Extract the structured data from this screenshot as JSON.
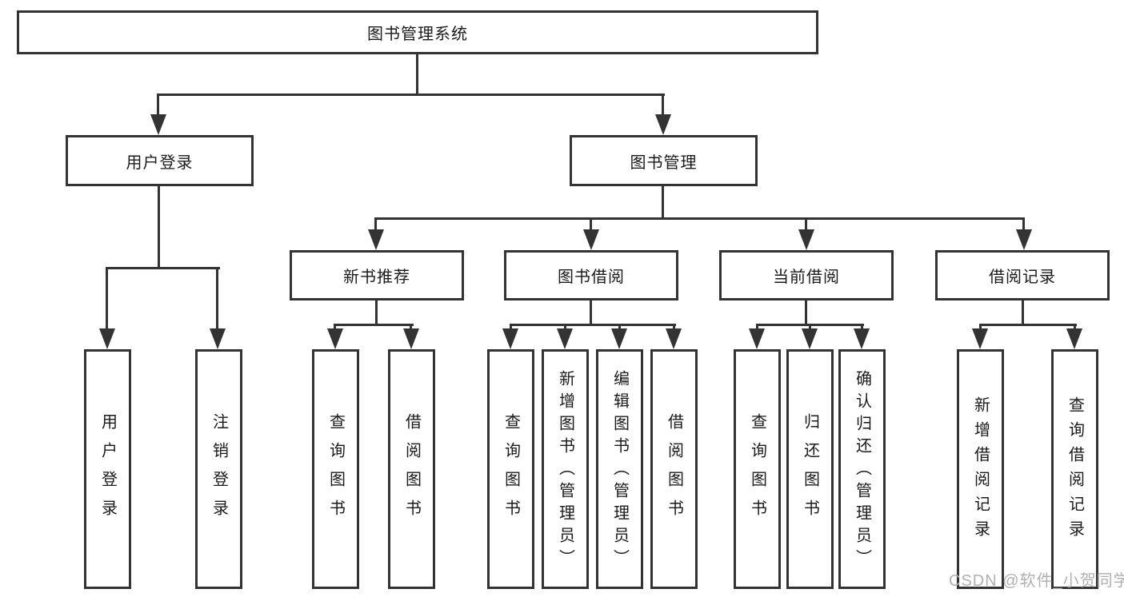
{
  "diagram": {
    "title": "图书管理系统",
    "type": "hierarchy-tree",
    "colors": {
      "line": "#333333",
      "border": "#333333",
      "text": "#1a1a1a",
      "background": "#ffffff",
      "watermark": "#b0b0b0"
    },
    "watermark": "CSDN @软件_小贺同学",
    "nodes": {
      "root": {
        "label": "图书管理系统"
      },
      "user_login": {
        "label": "用户登录"
      },
      "book_mgmt": {
        "label": "图书管理"
      },
      "new_book_rec": {
        "label": "新书推荐"
      },
      "book_borrow": {
        "label": "图书借阅"
      },
      "current_borrow": {
        "label": "当前借阅"
      },
      "borrow_records": {
        "label": "借阅记录"
      },
      "leaf_user_login": {
        "label": "用户登录"
      },
      "leaf_logout": {
        "label": "注销登录"
      },
      "leaf_rec_query": {
        "label": "查询图书"
      },
      "leaf_rec_borrow": {
        "label": "借阅图书"
      },
      "leaf_bb_query": {
        "label": "查询图书"
      },
      "leaf_bb_add": {
        "label": "新增图书（管理员）"
      },
      "leaf_bb_edit": {
        "label": "编辑图书（管理员）"
      },
      "leaf_bb_borrow": {
        "label": "借阅图书"
      },
      "leaf_cur_query": {
        "label": "查询图书"
      },
      "leaf_cur_return": {
        "label": "归还图书"
      },
      "leaf_cur_confirm": {
        "label": "确认归还（管理员）"
      },
      "leaf_record_add": {
        "label": "新增借阅记录"
      },
      "leaf_record_query": {
        "label": "查询借阅记录"
      }
    },
    "edges": [
      "root->user_login",
      "root->book_mgmt",
      "user_login->leaf_user_login",
      "user_login->leaf_logout",
      "book_mgmt->new_book_rec",
      "book_mgmt->book_borrow",
      "book_mgmt->current_borrow",
      "book_mgmt->borrow_records",
      "new_book_rec->leaf_rec_query",
      "new_book_rec->leaf_rec_borrow",
      "book_borrow->leaf_bb_query",
      "book_borrow->leaf_bb_add",
      "book_borrow->leaf_bb_edit",
      "book_borrow->leaf_bb_borrow",
      "current_borrow->leaf_cur_query",
      "current_borrow->leaf_cur_return",
      "current_borrow->leaf_cur_confirm",
      "borrow_records->leaf_record_add",
      "borrow_records->leaf_record_query"
    ]
  }
}
